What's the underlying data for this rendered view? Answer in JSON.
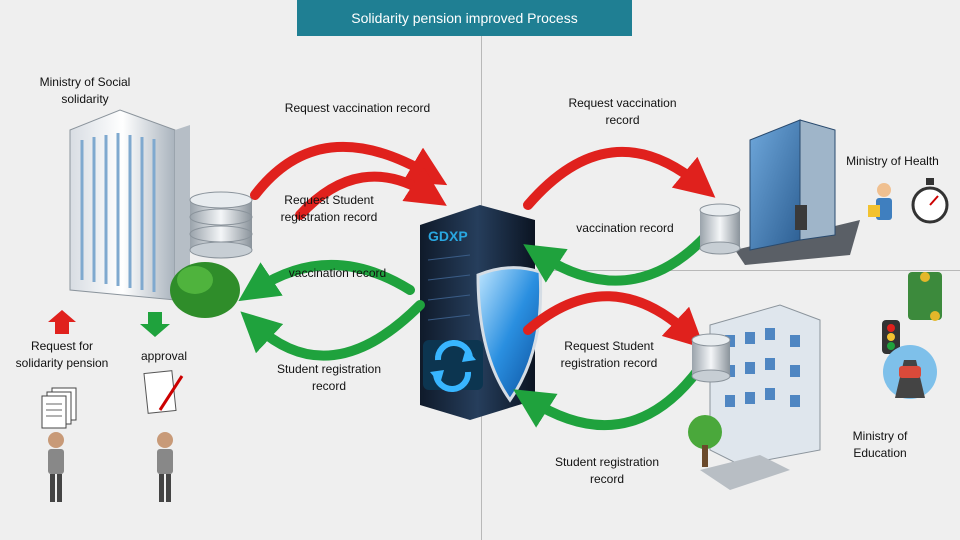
{
  "title": "Solidarity pension improved Process",
  "labels": {
    "ministry_social": "Ministry of Social solidarity",
    "ministry_health": "Ministry of Health",
    "ministry_education": "Ministry of Education",
    "req_vacc_left": "Request vaccination record",
    "req_vacc_right": "Request vaccination record",
    "req_student_left": "Request Student registration record",
    "vacc_record_left": "vaccination record",
    "vacc_record_right": "vaccination record",
    "student_record_left": "Student registration record",
    "req_student_right": "Request Student registration record",
    "student_record_right": "Student registration record",
    "request_pension": "Request for solidarity pension",
    "approval": "approval",
    "gdxp": "GDXP"
  },
  "colors": {
    "title_bar": "#1f7f93",
    "request_arrow": "#e0211d",
    "response_arrow": "#1fa23d",
    "gdxp_text": "#29a7e1"
  }
}
